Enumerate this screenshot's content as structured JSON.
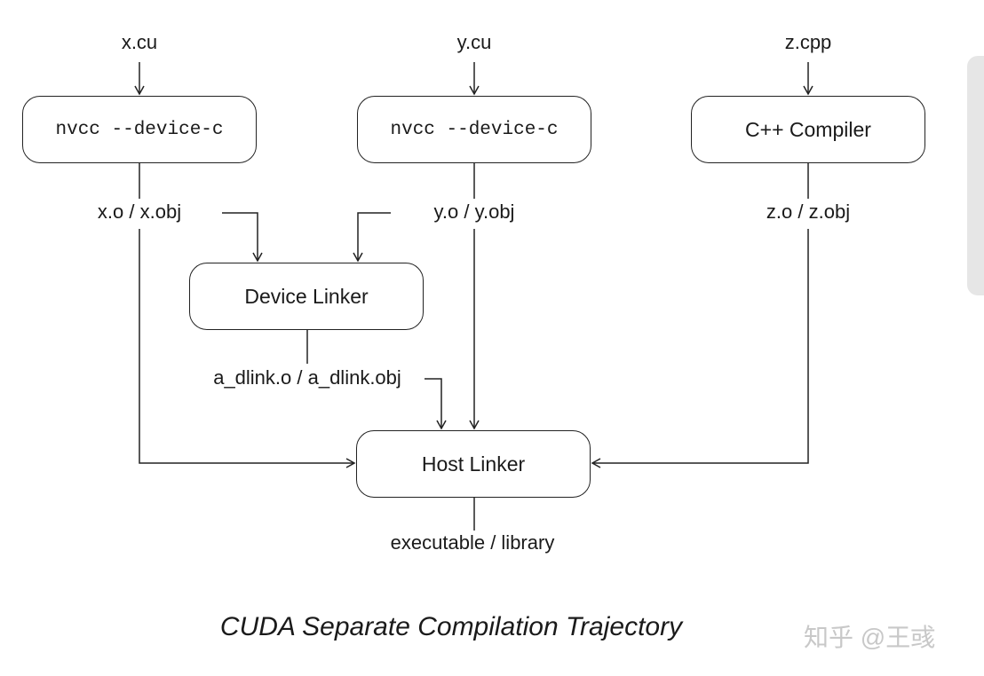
{
  "inputs": {
    "x_source": "x.cu",
    "y_source": "y.cu",
    "z_source": "z.cpp"
  },
  "boxes": {
    "nvcc_x": "nvcc --device-c",
    "nvcc_y": "nvcc --device-c",
    "cpp_compiler": "C++ Compiler",
    "device_linker": "Device Linker",
    "host_linker": "Host Linker"
  },
  "outputs": {
    "x_obj": "x.o / x.obj",
    "y_obj": "y.o / y.obj",
    "z_obj": "z.o / z.obj",
    "dlink_obj": "a_dlink.o / a_dlink.obj",
    "final": "executable / library"
  },
  "caption": "CUDA Separate Compilation Trajectory",
  "watermark": "知乎 @王彧"
}
